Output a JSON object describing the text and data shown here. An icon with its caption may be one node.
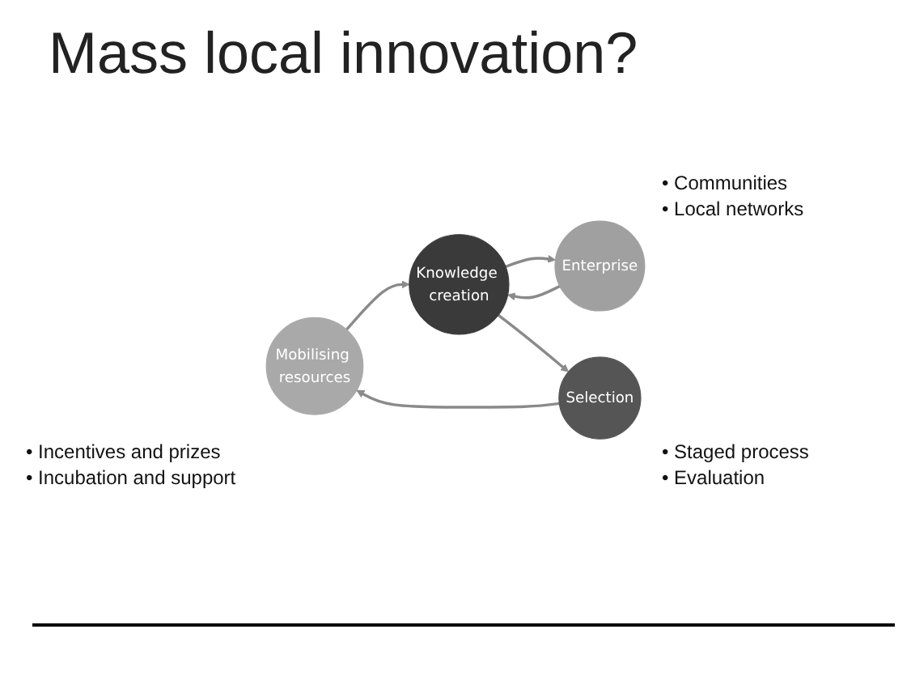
{
  "diagram": {
    "title": "Mass local innovation?",
    "nodes": [
      {
        "text": [
          "Mobilising resources"
        ],
        "beside": [
          "• Communities",
          "• Local networks"
        ]
      },
      {
        "text": [
          "Knowledge creation"
        ],
        "beside": [
          "• Incentives and prizes",
          "• Incubation and support"
        ]
      },
      {
        "text": [
          "Enterprise"
        ]
      },
      {
        "text": [
          "Selection"
        ],
        "beside": [
          "• Staged process",
          "• Evaluation"
        ]
      }
    ],
    "edges": [
      {
        "from": 0,
        "to": 1,
        "arrow": "to"
      },
      {
        "from": 1,
        "to": 2,
        "arrow": "to"
      },
      {
        "from": 2,
        "to": 1,
        "arrow": "to"
      },
      {
        "from": 1,
        "to": 3,
        "arrow": "to"
      },
      {
        "from": 3,
        "to": 0,
        "arrow": "to"
      }
    ]
  }
}
